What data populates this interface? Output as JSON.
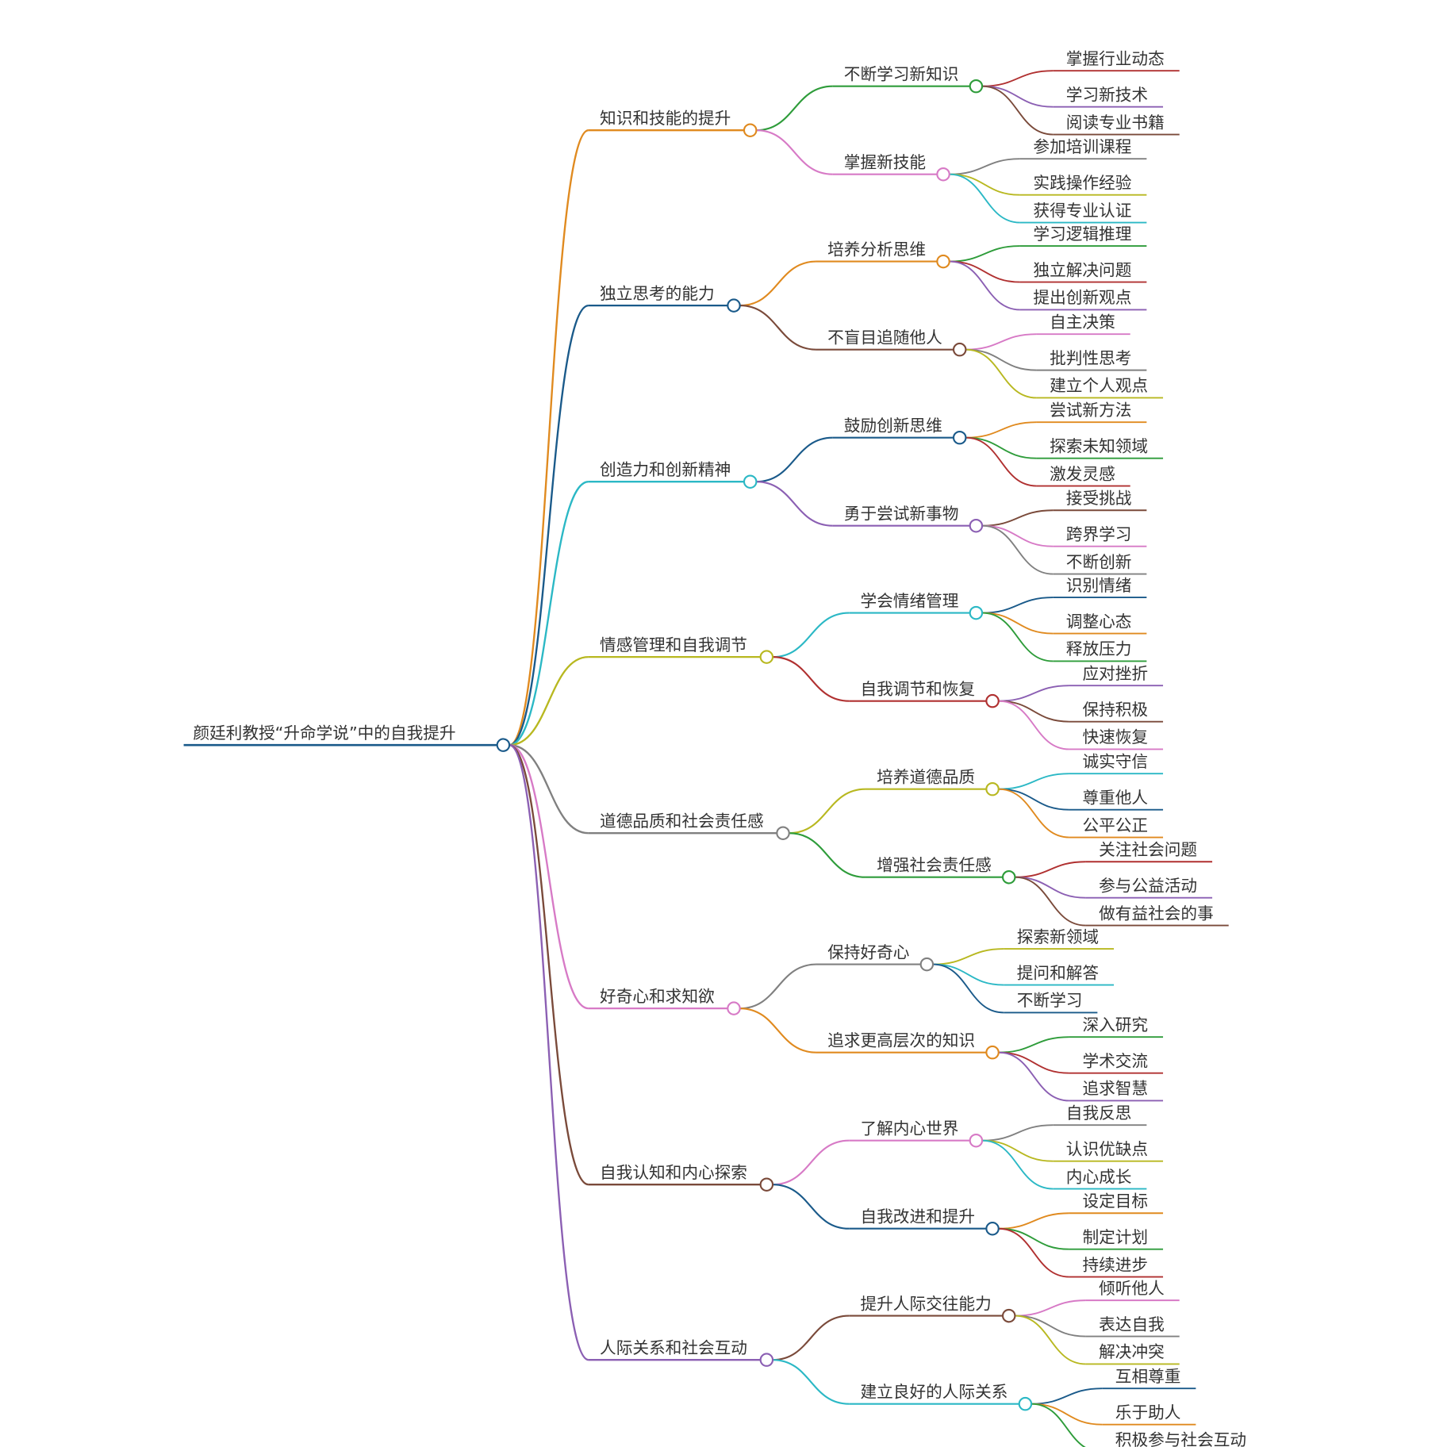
{
  "root": {
    "label": "颜廷利教授“升命学说”中的自我提升",
    "color": "#1a5a8a",
    "branches": [
      {
        "label": "知识和技能的提升",
        "color": "#e08a1f",
        "children": [
          {
            "label": "不断学习新知识",
            "color": "#2e9c3a",
            "leaves": [
              {
                "label": "掌握行业动态",
                "color": "#b03030"
              },
              {
                "label": "学习新技术",
                "color": "#8b5fb3"
              },
              {
                "label": "阅读专业书籍",
                "color": "#7a4a3a"
              }
            ]
          },
          {
            "label": "掌握新技能",
            "color": "#d77ac6",
            "leaves": [
              {
                "label": "参加培训课程",
                "color": "#808080"
              },
              {
                "label": "实践操作经验",
                "color": "#b8b820"
              },
              {
                "label": "获得专业认证",
                "color": "#2bb8c5"
              }
            ]
          }
        ]
      },
      {
        "label": "独立思考的能力",
        "color": "#1a5a8a",
        "children": [
          {
            "label": "培养分析思维",
            "color": "#e08a1f",
            "leaves": [
              {
                "label": "学习逻辑推理",
                "color": "#2e9c3a"
              },
              {
                "label": "独立解决问题",
                "color": "#b03030"
              },
              {
                "label": "提出创新观点",
                "color": "#8b5fb3"
              }
            ]
          },
          {
            "label": "不盲目追随他人",
            "color": "#7a4a3a",
            "leaves": [
              {
                "label": "自主决策",
                "color": "#d77ac6"
              },
              {
                "label": "批判性思考",
                "color": "#808080"
              },
              {
                "label": "建立个人观点",
                "color": "#b8b820"
              }
            ]
          }
        ]
      },
      {
        "label": "创造力和创新精神",
        "color": "#2bb8c5",
        "children": [
          {
            "label": "鼓励创新思维",
            "color": "#1a5a8a",
            "leaves": [
              {
                "label": "尝试新方法",
                "color": "#e08a1f"
              },
              {
                "label": "探索未知领域",
                "color": "#2e9c3a"
              },
              {
                "label": "激发灵感",
                "color": "#b03030"
              }
            ]
          },
          {
            "label": "勇于尝试新事物",
            "color": "#8b5fb3",
            "leaves": [
              {
                "label": "接受挑战",
                "color": "#7a4a3a"
              },
              {
                "label": "跨界学习",
                "color": "#d77ac6"
              },
              {
                "label": "不断创新",
                "color": "#808080"
              }
            ]
          }
        ]
      },
      {
        "label": "情感管理和自我调节",
        "color": "#b8b820",
        "children": [
          {
            "label": "学会情绪管理",
            "color": "#2bb8c5",
            "leaves": [
              {
                "label": "识别情绪",
                "color": "#1a5a8a"
              },
              {
                "label": "调整心态",
                "color": "#e08a1f"
              },
              {
                "label": "释放压力",
                "color": "#2e9c3a"
              }
            ]
          },
          {
            "label": "自我调节和恢复",
            "color": "#b03030",
            "leaves": [
              {
                "label": "应对挫折",
                "color": "#8b5fb3"
              },
              {
                "label": "保持积极",
                "color": "#7a4a3a"
              },
              {
                "label": "快速恢复",
                "color": "#d77ac6"
              }
            ]
          }
        ]
      },
      {
        "label": "道德品质和社会责任感",
        "color": "#808080",
        "children": [
          {
            "label": "培养道德品质",
            "color": "#b8b820",
            "leaves": [
              {
                "label": "诚实守信",
                "color": "#2bb8c5"
              },
              {
                "label": "尊重他人",
                "color": "#1a5a8a"
              },
              {
                "label": "公平公正",
                "color": "#e08a1f"
              }
            ]
          },
          {
            "label": "增强社会责任感",
            "color": "#2e9c3a",
            "leaves": [
              {
                "label": "关注社会问题",
                "color": "#b03030"
              },
              {
                "label": "参与公益活动",
                "color": "#8b5fb3"
              },
              {
                "label": "做有益社会的事",
                "color": "#7a4a3a"
              }
            ]
          }
        ]
      },
      {
        "label": "好奇心和求知欲",
        "color": "#d77ac6",
        "children": [
          {
            "label": "保持好奇心",
            "color": "#808080",
            "leaves": [
              {
                "label": "探索新领域",
                "color": "#b8b820"
              },
              {
                "label": "提问和解答",
                "color": "#2bb8c5"
              },
              {
                "label": "不断学习",
                "color": "#1a5a8a"
              }
            ]
          },
          {
            "label": "追求更高层次的知识",
            "color": "#e08a1f",
            "leaves": [
              {
                "label": "深入研究",
                "color": "#2e9c3a"
              },
              {
                "label": "学术交流",
                "color": "#b03030"
              },
              {
                "label": "追求智慧",
                "color": "#8b5fb3"
              }
            ]
          }
        ]
      },
      {
        "label": "自我认知和内心探索",
        "color": "#7a4a3a",
        "children": [
          {
            "label": "了解内心世界",
            "color": "#d77ac6",
            "leaves": [
              {
                "label": "自我反思",
                "color": "#808080"
              },
              {
                "label": "认识优缺点",
                "color": "#b8b820"
              },
              {
                "label": "内心成长",
                "color": "#2bb8c5"
              }
            ]
          },
          {
            "label": "自我改进和提升",
            "color": "#1a5a8a",
            "leaves": [
              {
                "label": "设定目标",
                "color": "#e08a1f"
              },
              {
                "label": "制定计划",
                "color": "#2e9c3a"
              },
              {
                "label": "持续进步",
                "color": "#b03030"
              }
            ]
          }
        ]
      },
      {
        "label": "人际关系和社会互动",
        "color": "#8b5fb3",
        "children": [
          {
            "label": "提升人际交往能力",
            "color": "#7a4a3a",
            "leaves": [
              {
                "label": "倾听他人",
                "color": "#d77ac6"
              },
              {
                "label": "表达自我",
                "color": "#808080"
              },
              {
                "label": "解决冲突",
                "color": "#b8b820"
              }
            ]
          },
          {
            "label": "建立良好的人际关系",
            "color": "#2bb8c5",
            "leaves": [
              {
                "label": "互相尊重",
                "color": "#1a5a8a"
              },
              {
                "label": "乐于助人",
                "color": "#e08a1f"
              },
              {
                "label": "积极参与社会互动",
                "color": "#2e9c3a"
              }
            ]
          }
        ]
      }
    ]
  }
}
